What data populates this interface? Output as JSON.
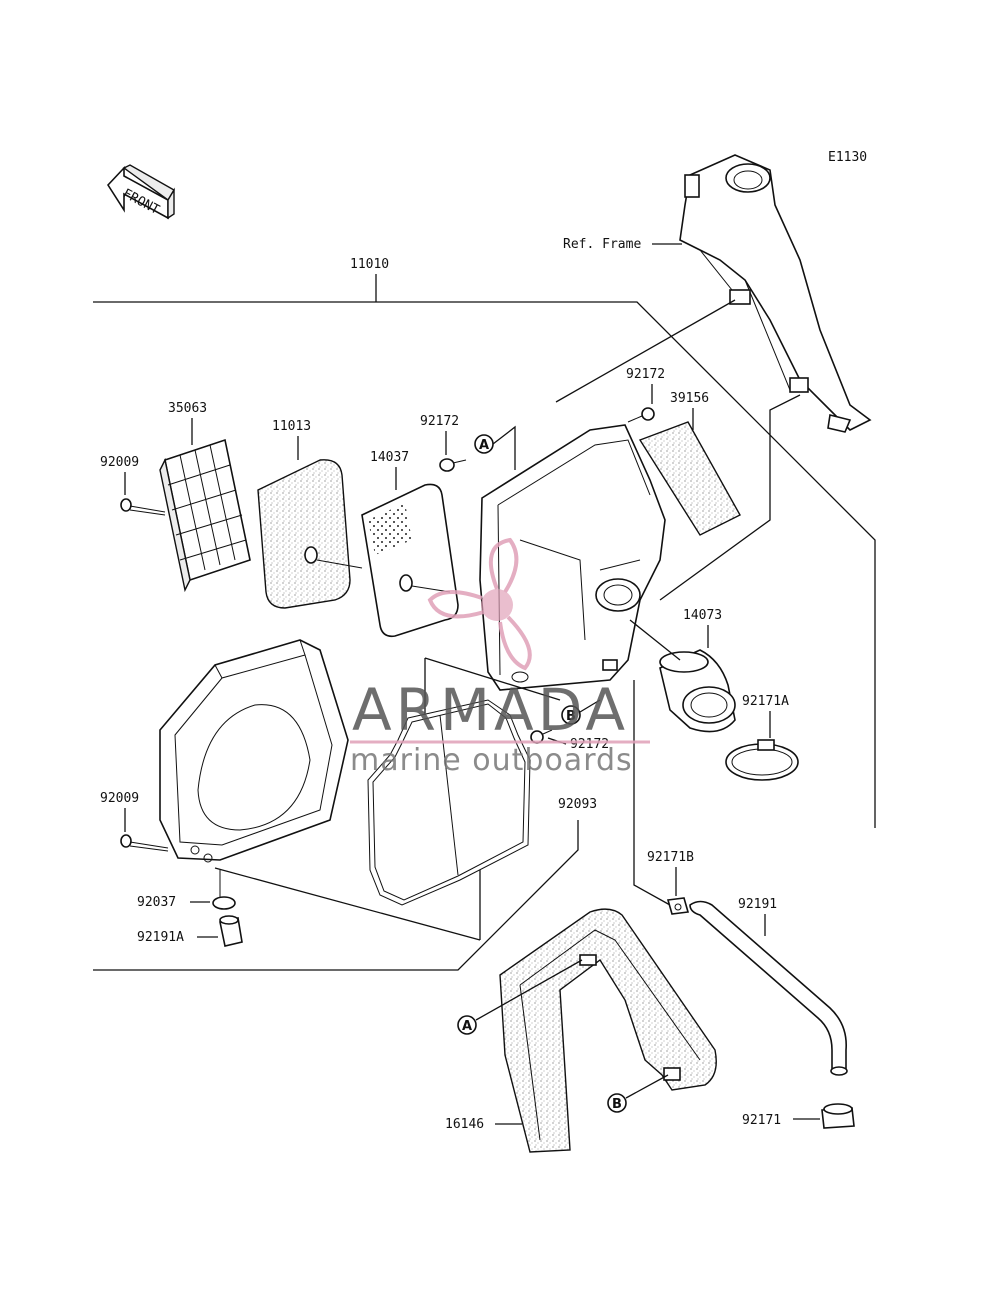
{
  "diagram_code": "E1130",
  "front_label": "FRONT",
  "ref_frame_label": "Ref. Frame",
  "parts": {
    "p11010": "11010",
    "p35063": "35063",
    "p11013": "11013",
    "p14037": "14037",
    "p92172_top": "92172",
    "p92172_mid": "92172",
    "p92172_low": "92172",
    "p39156": "39156",
    "p92009_top": "92009",
    "p92009_low": "92009",
    "p14073": "14073",
    "p92171A": "92171A",
    "p92093": "92093",
    "p92171B": "92171B",
    "p92037": "92037",
    "p92191A": "92191A",
    "p92191": "92191",
    "p16146": "16146",
    "p92171": "92171"
  },
  "callouts": {
    "a_top": "A",
    "b_top": "B",
    "a_bottom": "A",
    "b_bottom": "B"
  },
  "watermark": {
    "title": "ARMADA",
    "subtitle": "marine outboards",
    "accent_color": "#e0a0b8"
  }
}
